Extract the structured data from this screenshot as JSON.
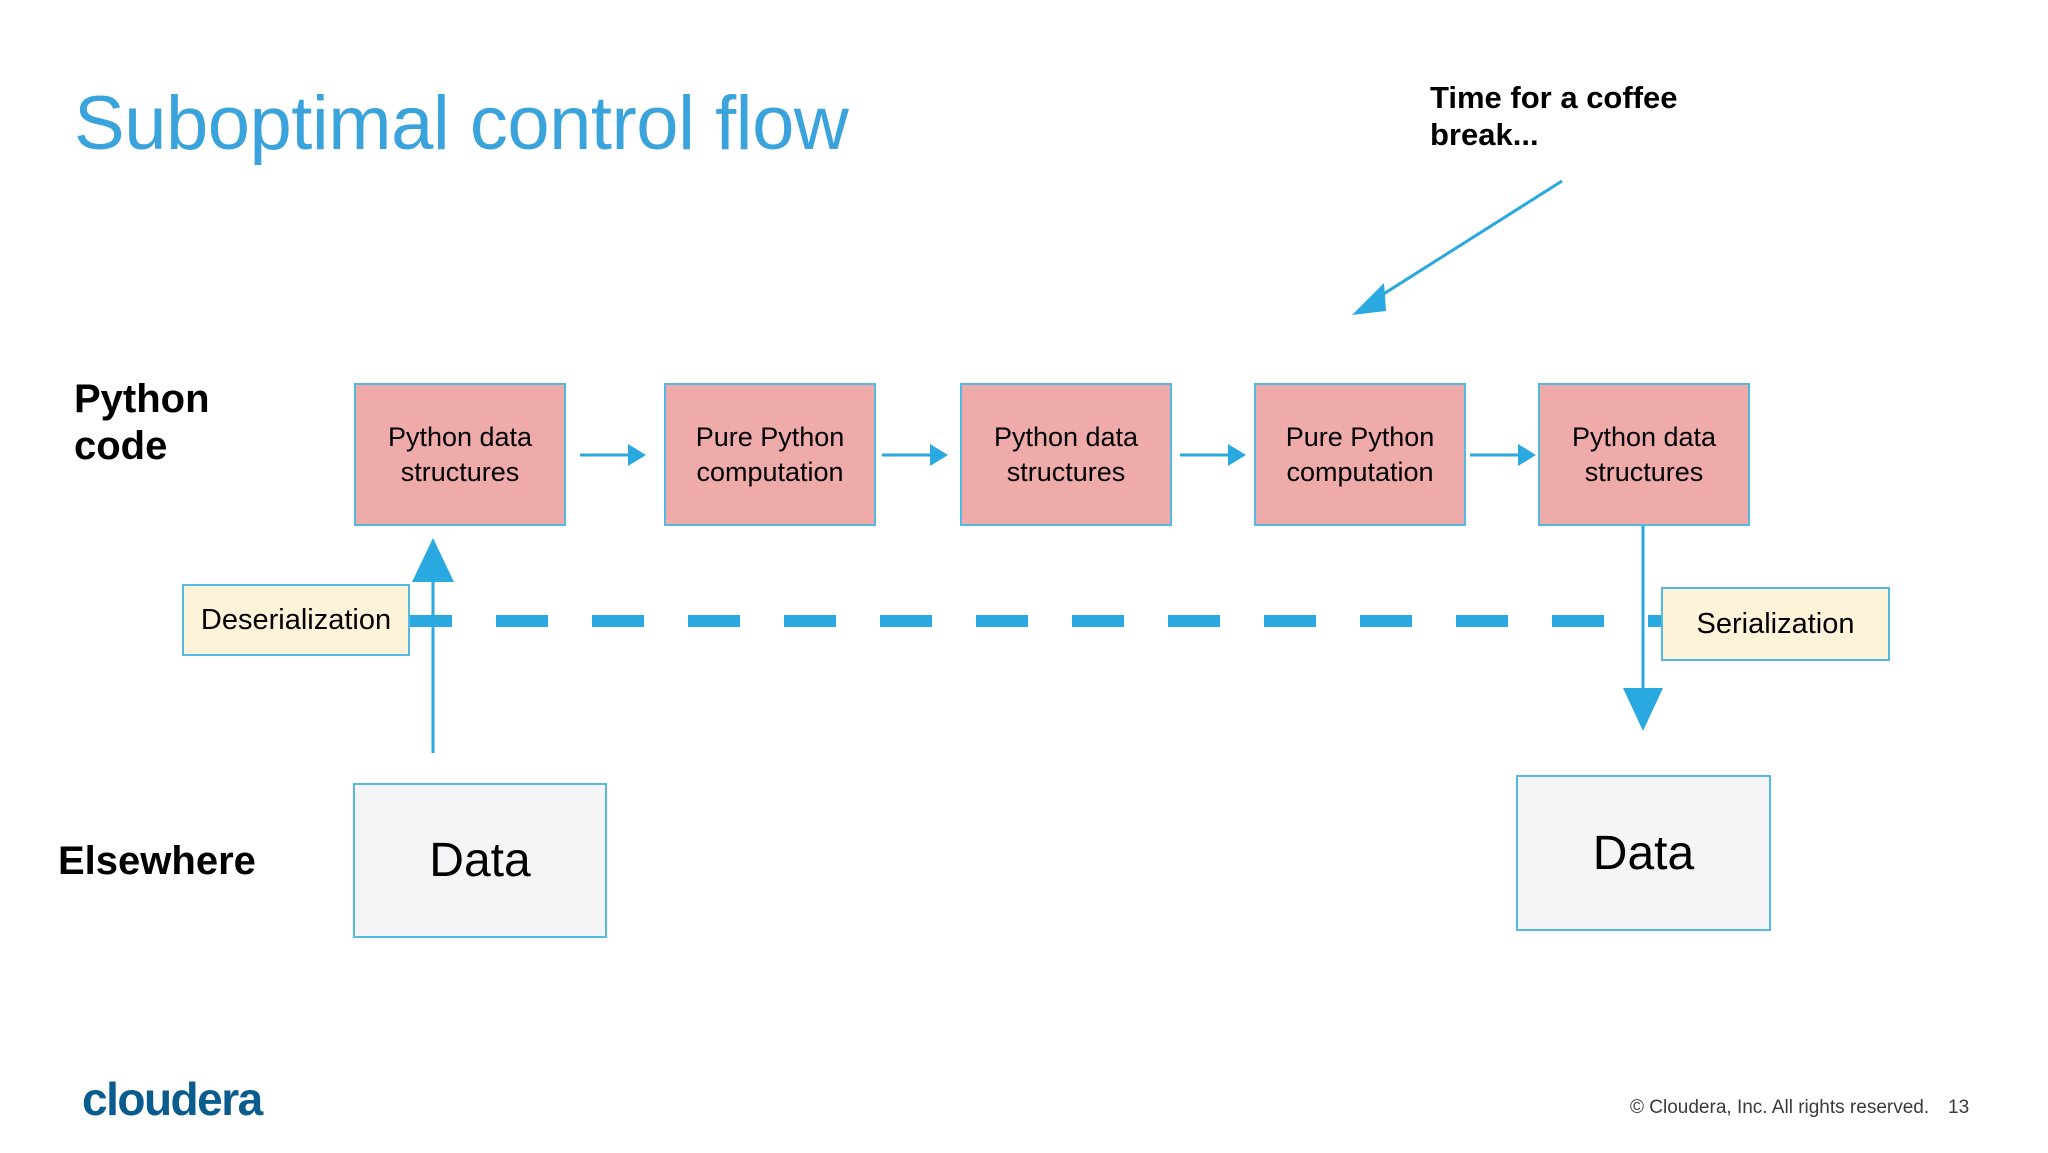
{
  "slide": {
    "title": "Suboptimal control flow",
    "accent_color": "#3ba3dc",
    "arrow_color": "#29a9e0",
    "pink_fill": "#efaaaa",
    "cream_fill": "#fdf3d9",
    "data_fill": "#f5f5f7",
    "border_color": "#56b9e5"
  },
  "callout": {
    "line1": "Time for a coffee",
    "line2": "break..."
  },
  "row_labels": {
    "python_code_line1": "Python",
    "python_code_line2": "code",
    "elsewhere": "Elsewhere"
  },
  "pipeline": {
    "boxes": [
      {
        "line1": "Python data",
        "line2": "structures"
      },
      {
        "line1": "Pure Python",
        "line2": "computation"
      },
      {
        "line1": "Python data",
        "line2": "structures"
      },
      {
        "line1": "Pure Python",
        "line2": "computation"
      },
      {
        "line1": "Python data",
        "line2": "structures"
      }
    ]
  },
  "boundary": {
    "deserialization": "Deserialization",
    "serialization": "Serialization"
  },
  "data_stores": {
    "left": "Data",
    "right": "Data"
  },
  "footer": {
    "logo": "cloudera",
    "copyright": "© Cloudera, Inc. All rights reserved.",
    "page_number": "13"
  }
}
